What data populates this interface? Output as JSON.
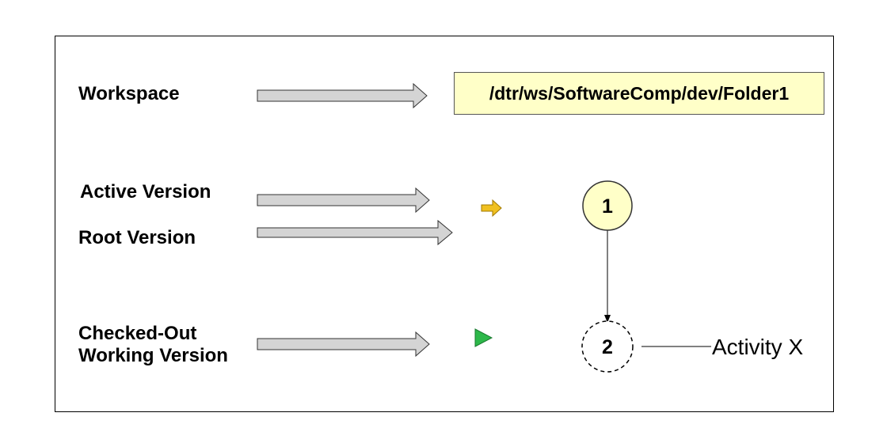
{
  "labels": {
    "workspace": "Workspace",
    "active_version": "Active Version",
    "root_version": "Root Version",
    "checked_out_line1": "Checked-Out",
    "checked_out_line2": "Working Version"
  },
  "workspace_path": "/dtr/ws/SoftwareComp/dev/Folder1",
  "nodes": {
    "version_1": "1",
    "version_2": "2"
  },
  "activity_label": "Activity X",
  "icons": {
    "active": "yellow-arrow-icon",
    "checked_out": "green-triangle-icon"
  },
  "colors": {
    "path_box_fill": "#ffffc8",
    "node_fill": "#ffffc8",
    "arrow_fill": "#d4d4d4",
    "active_icon": "#f0c020",
    "checked_out_icon": "#2db84a"
  }
}
